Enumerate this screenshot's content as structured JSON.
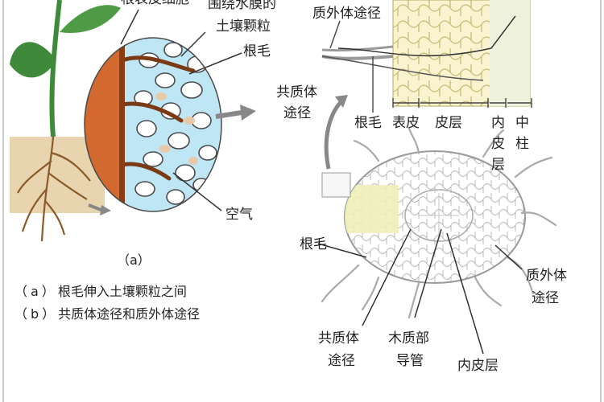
{
  "figure": {
    "labels": {
      "root_hair_cell_partial": "根表皮细胞",
      "water_film_line1": "围绕水膜的",
      "water_film_line2": "土壤颗粒",
      "root_hair_a": "根毛",
      "air": "空气",
      "apoplast_top": "质外体途径",
      "symplast_top_line1": "共质体",
      "symplast_top_line2": "途径",
      "root_hair_top": "根毛",
      "epidermis": "表皮",
      "cortex": "皮层",
      "endodermis_line1": "内",
      "endodermis_line2": "皮",
      "endodermis_line3": "层",
      "stele_line1": "中",
      "stele_line2": "柱",
      "root_hair_b": "根毛",
      "apoplast_b_line1": "质外体",
      "apoplast_b_line2": "途径",
      "symplast_b_line1": "共质体",
      "symplast_b_line2": "途径",
      "xylem_line1": "木质部",
      "xylem_line2": "导管",
      "endodermis_b": "内皮层"
    },
    "panel_marker": "（a）",
    "captions": [
      {
        "mark": "（a）",
        "text": "根毛伸入土壤颗粒之间"
      },
      {
        "mark": "（b）",
        "text": "共质体途径和质外体途径"
      }
    ],
    "colors": {
      "root_cortex": "#d2692e",
      "soil_lens": "#bfe6f5",
      "cell_wall_yellow": "#f7eeb0",
      "leaf_green": "#3f8a3a",
      "soil_brown": "#c9a06a"
    }
  }
}
